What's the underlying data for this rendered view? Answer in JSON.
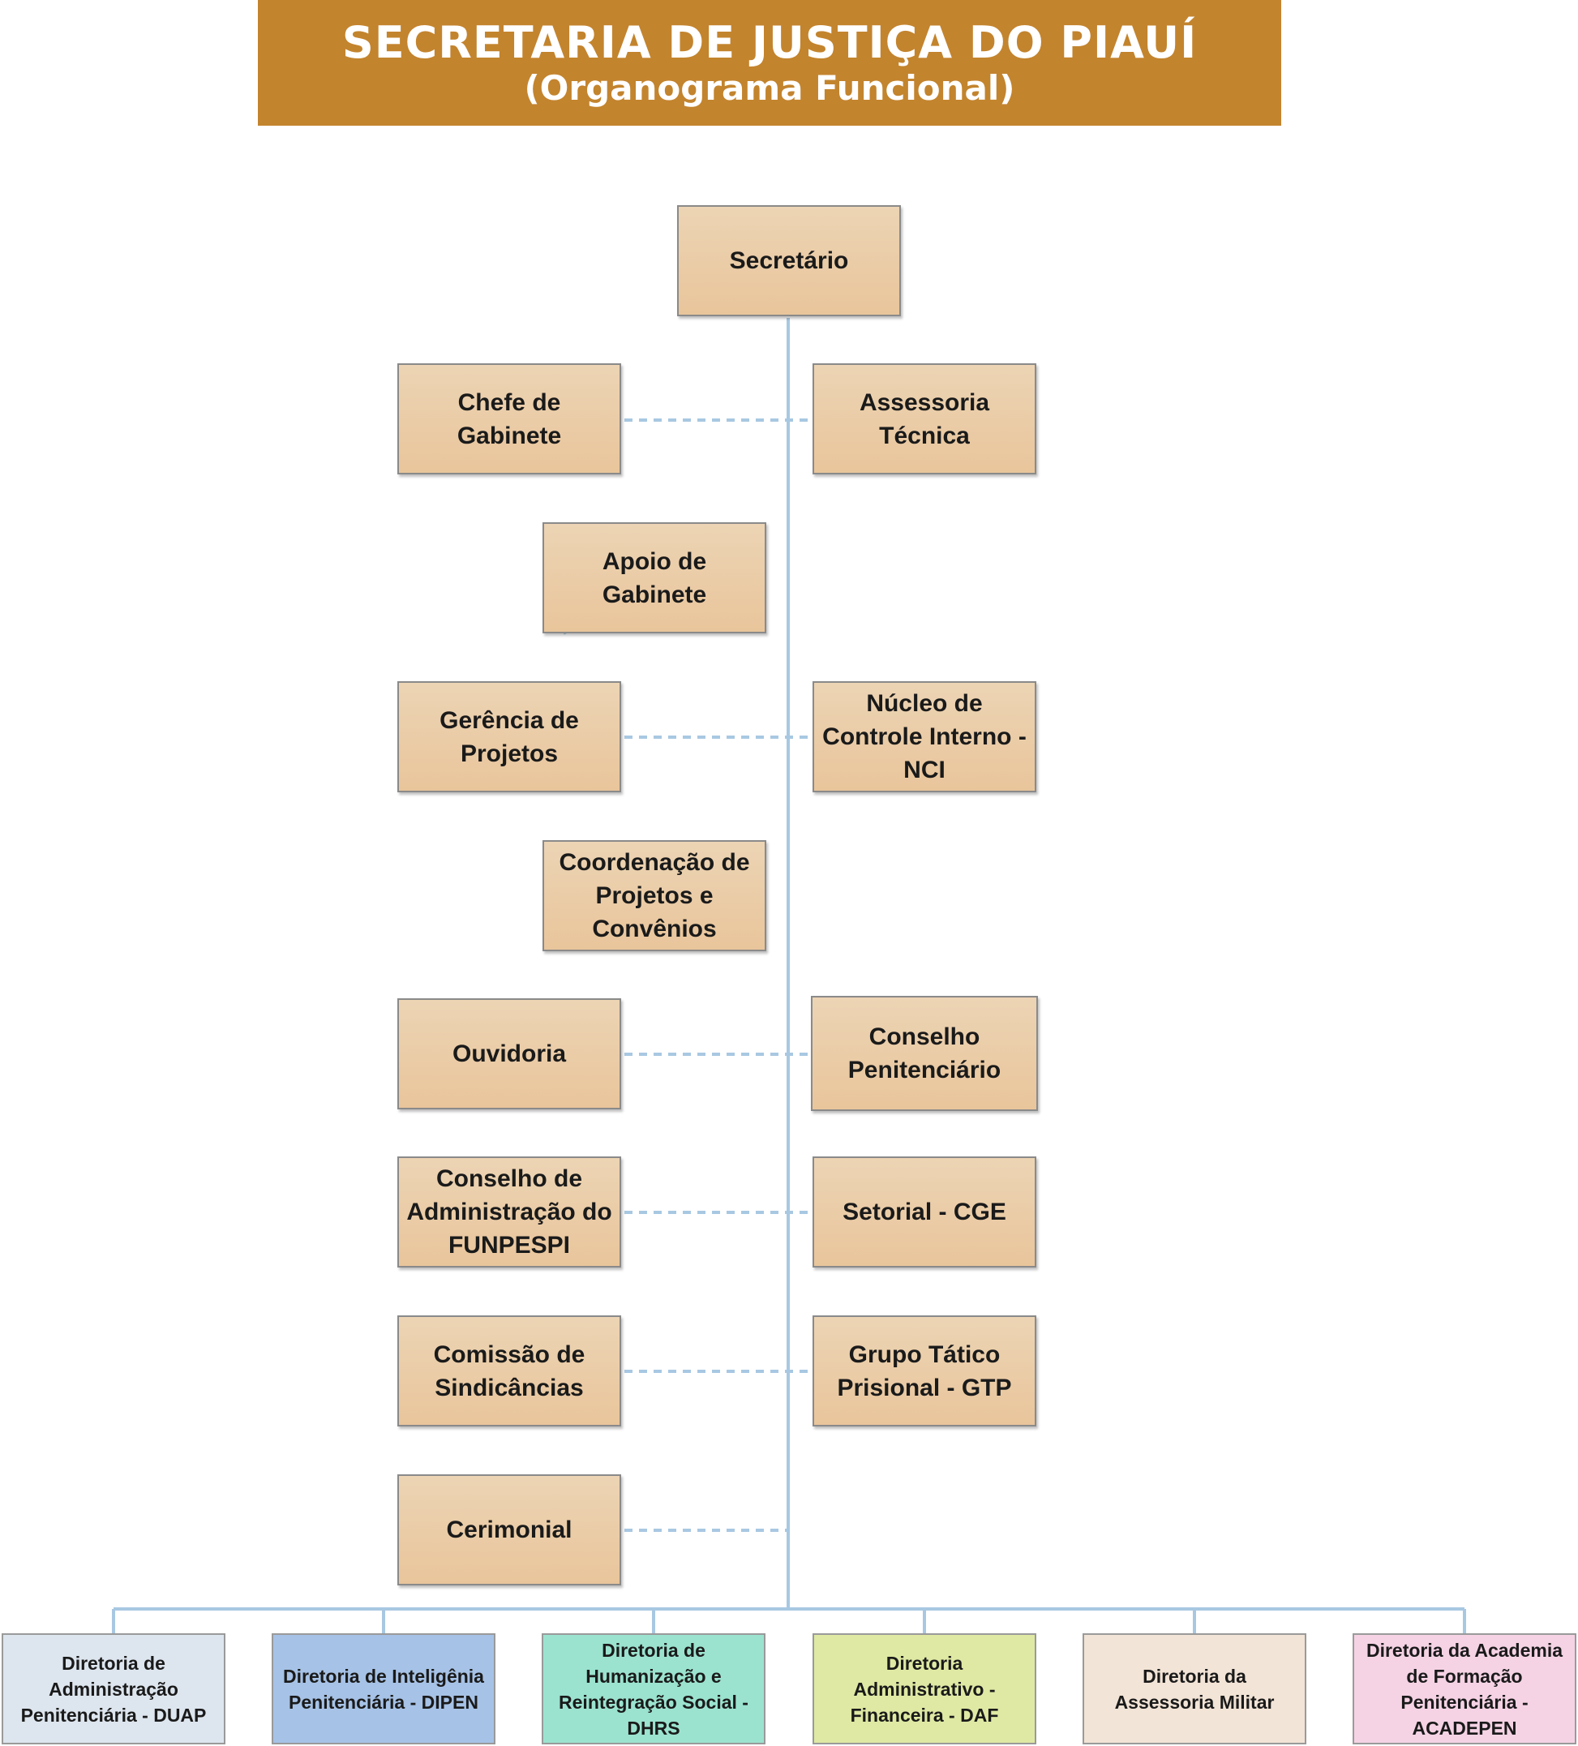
{
  "header": {
    "title": "SECRETARIA DE JUSTIÇA DO PIAUÍ",
    "subtitle": "(Organograma Funcional)"
  },
  "nodes": {
    "secretario": "Secretário",
    "chefe_gabinete": "Chefe de Gabinete",
    "assessoria_tecnica": "Assessoria Técnica",
    "apoio_gabinete": "Apoio de Gabinete",
    "gerencia_projetos": "Gerência de Projetos",
    "nucleo_controle": "Núcleo de Controle Interno - NCI",
    "coordenacao_projetos": "Coordenação de Projetos e Convênios",
    "ouvidoria": "Ouvidoria",
    "conselho_penitenciario": "Conselho Penitenciário",
    "conselho_funpespi": "Conselho de Administração do FUNPESPI",
    "setorial_cge": "Setorial - CGE",
    "comissao_sindicancias": "Comissão de Sindicâncias",
    "grupo_tatico": "Grupo Tático Prisional - GTP",
    "cerimonial": "Cerimonial"
  },
  "diretorias": [
    {
      "label": "Diretoria de Administração Penitenciária - DUAP",
      "color": "#dde5ee"
    },
    {
      "label": "Diretoria de Inteligênia Penitenciária - DIPEN",
      "color": "#a6c2e6"
    },
    {
      "label": "Diretoria de Humanização e Reintegração Social - DHRS",
      "color": "#9be3cf"
    },
    {
      "label": "Diretoria Administrativo -Financeira - DAF",
      "color": "#dfe9a3"
    },
    {
      "label": "Diretoria da Assessoria Militar",
      "color": "#f2e4d6"
    },
    {
      "label": "Diretoria da Academia de Formação Penitenciária - ACADEPEN",
      "color": "#f5d3e4"
    }
  ],
  "colors": {
    "banner": "#c3842e",
    "connector": "#a8c8e2",
    "box_fill": "#e9c59b"
  }
}
